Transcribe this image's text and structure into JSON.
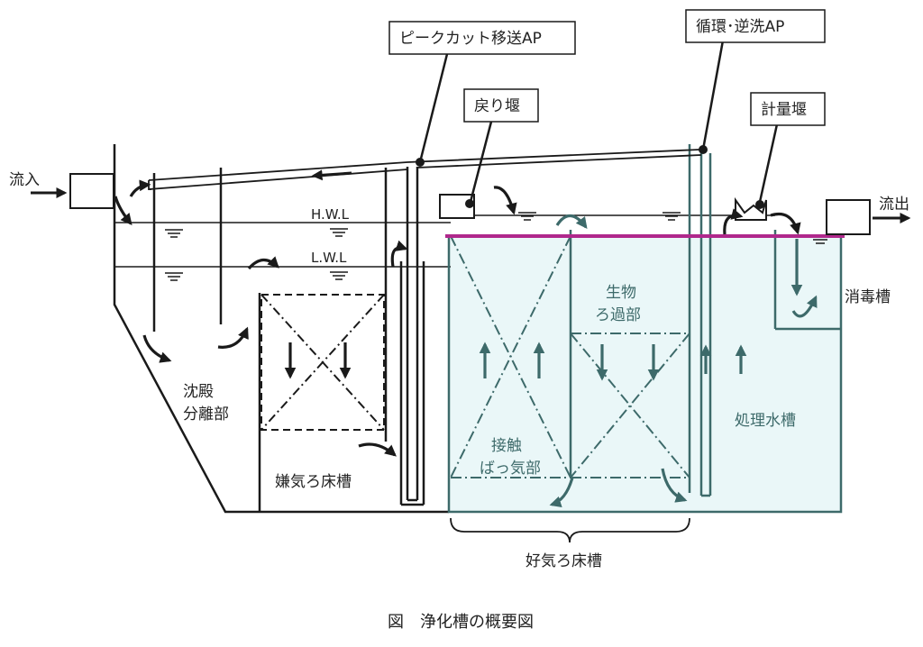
{
  "labels": {
    "inflow": "流入",
    "outflow": "流出",
    "peak_cut_pump": "ピークカット移送AP",
    "circulation_backwash_pump": "循環･逆洗AP",
    "return_weir": "戻り堰",
    "metering_weir": "計量堰",
    "hwl": "H.W.L",
    "lwl": "L.W.L",
    "sedimentation_1": "沈殿",
    "sedimentation_2": "分離部",
    "anaerobic_tank": "嫌気ろ床槽",
    "contact_1": "接触",
    "contact_2": "ばっ気部",
    "biofilter_1": "生物",
    "biofilter_2": "ろ過部",
    "treated_water_tank": "処理水槽",
    "disinfection_tank": "消毒槽",
    "aerobic_tank": "好気ろ床槽",
    "caption": "図　浄化槽の概要図"
  },
  "colors": {
    "line": "#1a1a1a",
    "teal": "#3d6a6a",
    "teal_fill": "#eaf7f8",
    "water_level": "#b0288c"
  }
}
